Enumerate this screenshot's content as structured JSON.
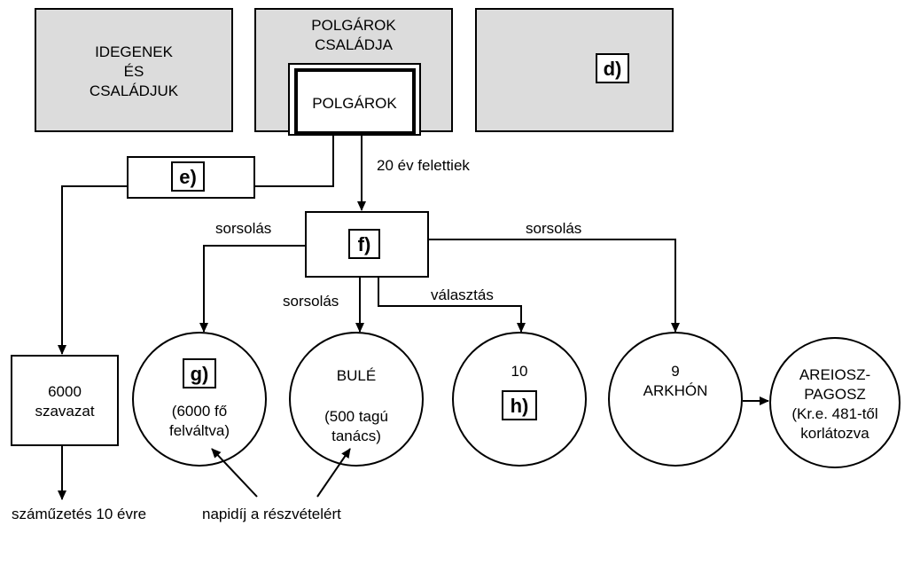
{
  "boxes": {
    "idegenek": [
      "IDEGENEK",
      "ÉS",
      "CSALÁDJUK"
    ],
    "polgarok_csaladja": [
      "POLGÁROK",
      "CSALÁDJA"
    ],
    "polgarok": "POLGÁROK",
    "d": "d)",
    "e": "e)",
    "f": "f)",
    "g": "g)",
    "h": "h)",
    "szavazat": [
      "6000",
      "szavazat"
    ],
    "g_sub": [
      "(6000 fő",
      "felváltva)"
    ],
    "bule": [
      "BULÉ",
      "(500 tagú",
      "tanács)"
    ],
    "h_top": "10",
    "arkhon": [
      "9",
      "ARKHÓN"
    ],
    "areiosz": [
      "AREIOSZ-",
      "PAGOSZ",
      "(Kr.e. 481-től",
      "korlátozva"
    ]
  },
  "labels": {
    "evek": "20 év felettiek",
    "sorsolas_left": "sorsolás",
    "sorsolas_mid": "sorsolás",
    "sorsolas_right": "sorsolás",
    "valasztas": "választás",
    "szamuzetes": "száműzetés 10 évre",
    "napidij": "napidíj a részvételért"
  }
}
